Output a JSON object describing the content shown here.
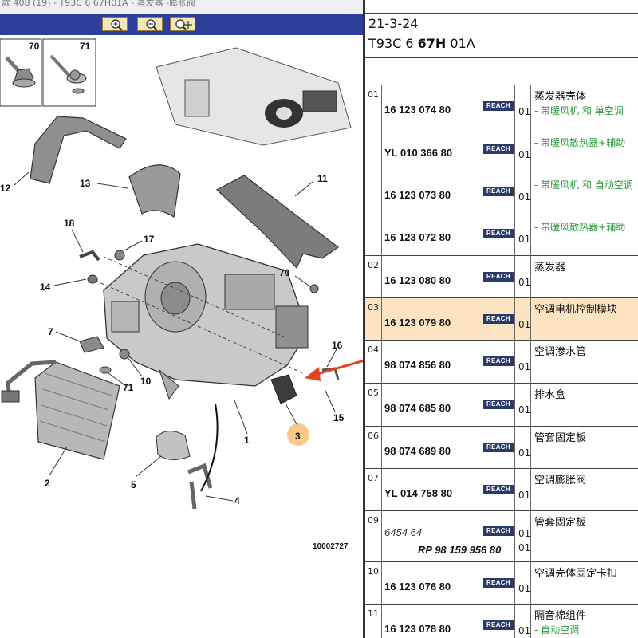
{
  "window": {
    "title": "款 408 (19) - T93C 6 67H01A - 蒸发器 -膨胀阀"
  },
  "toolbar": {
    "buttons": [
      {
        "name": "zoom-in",
        "icon": "magnifier-plus-icon"
      },
      {
        "name": "zoom-out",
        "icon": "magnifier-minus-icon"
      },
      {
        "name": "zoom-move",
        "icon": "magnifier-move-icon"
      }
    ]
  },
  "diagram": {
    "callouts": [
      "70",
      "71",
      "12",
      "13",
      "11",
      "18",
      "17",
      "14",
      "70",
      "7",
      "16",
      "10",
      "71",
      "15",
      "3",
      "1",
      "2",
      "5",
      "4"
    ],
    "code": "10002727",
    "highlight_color": "#f8c98a",
    "arrow_color": "#e4421e"
  },
  "header": {
    "date": "21-3-24",
    "code_prefix": "T93C 6 ",
    "code_bold": "67H",
    "code_suffix": " 01A"
  },
  "parts": {
    "reach_label": "REACH",
    "rows": [
      {
        "line": "01",
        "part": "16 123 074 80",
        "qty": "01",
        "desc": "蒸发器壳体",
        "note": "- 带暖风机 和 单空调"
      },
      {
        "line": "",
        "part": "YL 010 366 80",
        "qty": "01",
        "desc": "",
        "note": "- 带暖风散热器+辅助"
      },
      {
        "line": "",
        "part": "16 123 073 80",
        "qty": "01",
        "desc": "",
        "note": "- 带暖风机 和 自动空调"
      },
      {
        "line": "",
        "part": "16 123 072 80",
        "qty": "01",
        "desc": "",
        "note": "- 带暖风散热器+辅助"
      },
      {
        "line": "02",
        "part": "16 123 080 80",
        "qty": "01",
        "desc": "蒸发器",
        "note": ""
      },
      {
        "line": "03",
        "part": "16 123 079 80",
        "qty": "01",
        "desc": "空调电机控制模块",
        "note": ""
      },
      {
        "line": "04",
        "part": "98 074 856 80",
        "qty": "01",
        "desc": "空调渗水管",
        "note": ""
      },
      {
        "line": "05",
        "part": "98 074 685 80",
        "qty": "01",
        "desc": "排水盒",
        "note": ""
      },
      {
        "line": "06",
        "part": "98 074 689 80",
        "qty": "01",
        "desc": "管套固定板",
        "note": ""
      },
      {
        "line": "07",
        "part": "YL 014 758 80",
        "qty": "01",
        "desc": "空调膨胀阀",
        "note": ""
      },
      {
        "line": "09",
        "part": "6454 64",
        "part2": "RP 98 159 956 80",
        "qty": "01",
        "qty2": "01",
        "desc": "管套固定板",
        "note": ""
      },
      {
        "line": "10",
        "part": "16 123 076 80",
        "qty": "01",
        "desc": "空调壳体固定卡扣",
        "note": ""
      },
      {
        "line": "11",
        "part": "16 123 078 80",
        "qty": "01",
        "desc": "隔音棉组件",
        "note": "- 自动空调"
      }
    ]
  },
  "colors": {
    "toolbar_bg": "#2d3f9b",
    "selected_row_bg": "#fce4c2",
    "reach_badge_bg": "#2a3a6a",
    "note_text": "#2e9b3c"
  }
}
